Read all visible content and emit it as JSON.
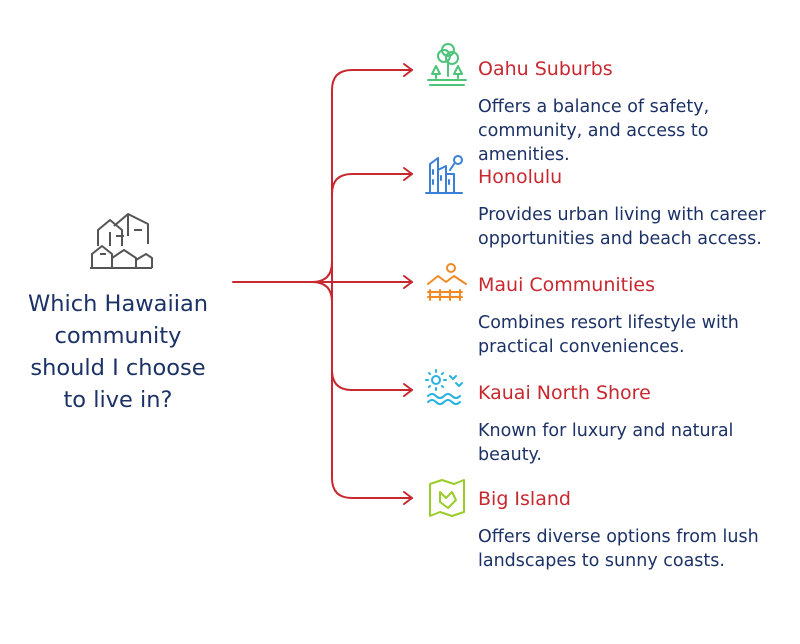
{
  "question": "Which Hawaiian community should I choose to live in?",
  "colors": {
    "connector": "#c8282f",
    "title": "#c8282f",
    "text": "#1c3266",
    "root_icon": "#555555"
  },
  "options": [
    {
      "title": "Oahu Suburbs",
      "description": "Offers a balance of safety, community, and access to amenities.",
      "icon": "trees-icon",
      "icon_color": "#4cc47a"
    },
    {
      "title": "Honolulu",
      "description": "Provides urban living with career opportunities and beach access.",
      "icon": "city-buildings-icon",
      "icon_color": "#3b7fd9"
    },
    {
      "title": "Maui Communities",
      "description": "Combines resort lifestyle with practical conveniences.",
      "icon": "resort-sunset-icon",
      "icon_color": "#f08a24"
    },
    {
      "title": "Kauai North Shore",
      "description": "Known for luxury and natural beauty.",
      "icon": "sun-waves-birds-icon",
      "icon_color": "#27b3e0"
    },
    {
      "title": "Big Island",
      "description": "Offers diverse options from lush landscapes to sunny coasts.",
      "icon": "island-map-icon",
      "icon_color": "#9acd2a"
    }
  ]
}
